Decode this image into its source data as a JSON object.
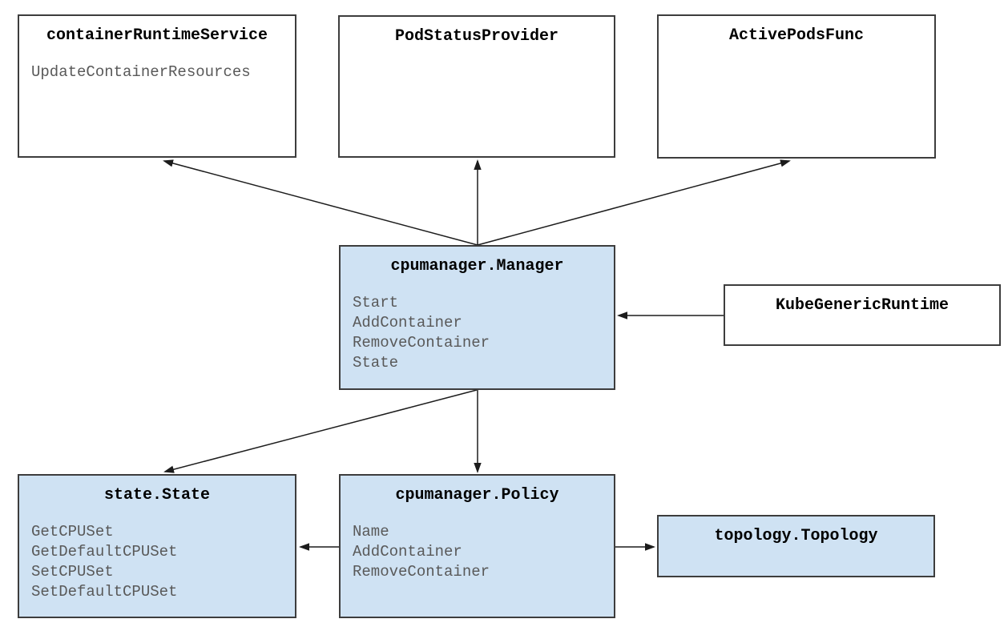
{
  "diagram": {
    "type": "architecture-diagram",
    "colors": {
      "background": "#ffffff",
      "node_fill_white": "#ffffff",
      "node_fill_blue": "#cfe2f3",
      "node_border": "#3d3d3d",
      "title_text": "#000000",
      "item_text": "#595959",
      "arrow": "#1c1c1c"
    },
    "nodes": {
      "container_runtime_service": {
        "title": "containerRuntimeService",
        "items": [
          "UpdateContainerResources"
        ],
        "fill": "white"
      },
      "pod_status_provider": {
        "title": "PodStatusProvider",
        "items": [],
        "fill": "white"
      },
      "active_pods_func": {
        "title": "ActivePodsFunc",
        "items": [],
        "fill": "white"
      },
      "cpumanager_manager": {
        "title": "cpumanager.Manager",
        "items": [
          "Start",
          "AddContainer",
          "RemoveContainer",
          "State"
        ],
        "fill": "blue"
      },
      "kube_generic_runtime": {
        "title": "KubeGenericRuntime",
        "items": [],
        "fill": "white"
      },
      "state_state": {
        "title": "state.State",
        "items": [
          "GetCPUSet",
          "GetDefaultCPUSet",
          "SetCPUSet",
          "SetDefaultCPUSet"
        ],
        "fill": "blue"
      },
      "cpumanager_policy": {
        "title": "cpumanager.Policy",
        "items": [
          "Name",
          "AddContainer",
          "RemoveContainer"
        ],
        "fill": "blue"
      },
      "topology_topology": {
        "title": "topology.Topology",
        "items": [],
        "fill": "blue"
      }
    },
    "edges": [
      {
        "from": "cpumanager.Manager",
        "to": "containerRuntimeService"
      },
      {
        "from": "cpumanager.Manager",
        "to": "PodStatusProvider"
      },
      {
        "from": "cpumanager.Manager",
        "to": "ActivePodsFunc"
      },
      {
        "from": "KubeGenericRuntime",
        "to": "cpumanager.Manager"
      },
      {
        "from": "cpumanager.Manager",
        "to": "state.State"
      },
      {
        "from": "cpumanager.Manager",
        "to": "cpumanager.Policy"
      },
      {
        "from": "cpumanager.Policy",
        "to": "state.State"
      },
      {
        "from": "cpumanager.Policy",
        "to": "topology.Topology"
      }
    ]
  }
}
